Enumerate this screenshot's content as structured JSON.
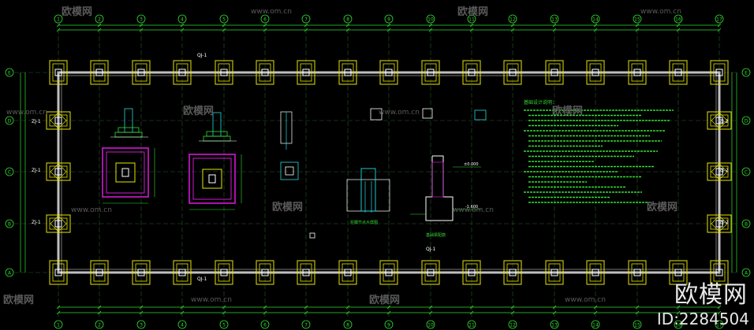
{
  "drawing": {
    "grid_numbers_top": [
      "1",
      "2",
      "3",
      "4",
      "5",
      "6",
      "7",
      "8",
      "9",
      "10",
      "11",
      "12",
      "13",
      "14",
      "15",
      "16",
      "17"
    ],
    "grid_letters_side": [
      "A",
      "B",
      "C",
      "D",
      "E"
    ],
    "column_labels": [
      "ZJ-1",
      "ZJ-1",
      "ZJ-1",
      "ZJ-2",
      "ZJ-2",
      "ZJ-2"
    ],
    "section_labels": [
      "QJ-1",
      "QJ-1",
      "QJ-1"
    ],
    "elevations": [
      "±0.000",
      "-1.600",
      "-1.600"
    ],
    "detail_titles": [
      "柱脚节点大样图",
      "基础梁配筋",
      "柱基础"
    ],
    "notes_title": "基础设计说明："
  },
  "watermark": {
    "brand_text": "欧模网",
    "url_text": "www.om.cn",
    "id_text": "ID:2284504"
  },
  "colors": {
    "background": "#000000",
    "axis_line": "#ffffff",
    "footing": "#e6e600",
    "foundation_beam": "#c0c0c0",
    "dimension": "#33dd33",
    "grid_bubble": "#33dd33",
    "detail_magenta": "#d11ad1",
    "detail_cyan": "#22dddd",
    "annotation_text": "#33dd33"
  }
}
